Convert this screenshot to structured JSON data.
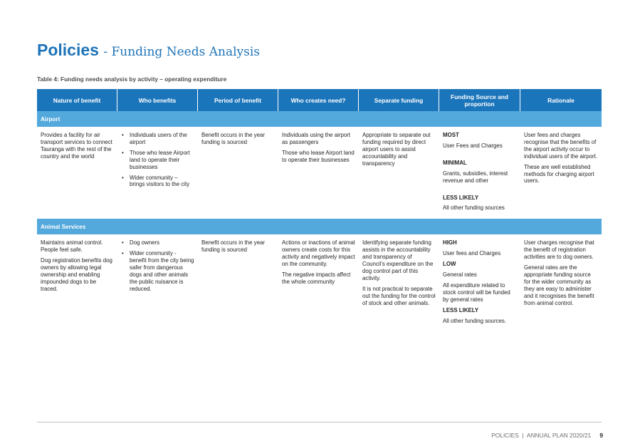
{
  "title": {
    "main": "Policies",
    "sub": "- Funding Needs Analysis"
  },
  "caption": "Table 4: Funding needs analysis by activity – operating expenditure",
  "headers": [
    "Nature of benefit",
    "Who benefits",
    "Period of benefit",
    "Who creates need?",
    "Separate funding",
    "Funding Source and proportion",
    "Rationale"
  ],
  "airport": {
    "label": "Airport",
    "nature": [
      "Provides a facility for air transport services to connect Tauranga with the rest of the country and the world"
    ],
    "who_benefits": [
      "Individuals users of the airport",
      "Those who lease Airport land to operate their businesses",
      "Wider community – brings visitors to the city"
    ],
    "period": [
      "Benefit occurs in the year funding is sourced"
    ],
    "creates_need": [
      "Individuals using the airport as passengers",
      "Those who lease Airport land to operate their businesses"
    ],
    "separate": [
      "Appropriate to separate out funding required by direct airport users to assist accountability and transparency"
    ],
    "funding": {
      "most_h": "MOST",
      "most_1": "User Fees and Charges",
      "minimal_h": "MINIMAL",
      "minimal_1": "Grants, subsidies, interest revenue and other",
      "less_h": "LESS LIKELY",
      "less_1": "All other funding sources"
    },
    "rationale": [
      "User fees and charges recognise that the benefits of the airport activity occur to individual users of the airport.",
      "These are well established methods for charging airport users."
    ]
  },
  "animal": {
    "label": "Animal Services",
    "nature": [
      "Maintains animal control. People feel safe.",
      "Dog registration benefits dog owners by allowing legal ownership and enabling impounded dogs to be traced."
    ],
    "who_benefits": [
      "Dog owners",
      "Wider community - benefit from the city being safer from dangerous dogs and other animals the public nuisance is reduced."
    ],
    "period": [
      "Benefit occurs in the year funding is sourced"
    ],
    "creates_need": [
      "Actions or inactions of animal owners create costs for this activity and negatively impact on the community.",
      "The negative impacts affect the whole community"
    ],
    "separate": [
      "Identifying separate funding assists in the accountability and transparency of Council's expenditure on the dog control part of this activity.",
      "It is not practical to separate out the funding for the control of stock and other animals."
    ],
    "funding": {
      "high_h": "HIGH",
      "high_1": "User fees and Charges",
      "low_h": "LOW",
      "low_1": "General rates",
      "low_2": "All expenditure related to stock control will be funded by general rates",
      "less_h": "LESS LIKELY",
      "less_1": "All other funding sources."
    },
    "rationale": [
      "User charges recognise that the benefit of registration activities are to dog owners.",
      "General rates are the appropriate funding source for the wider community as they are easy to administer and it recognises the benefit from animal control."
    ]
  },
  "footer": {
    "text": "POLICIES  |  ANNUAL PLAN 2020/21",
    "page": "9"
  }
}
